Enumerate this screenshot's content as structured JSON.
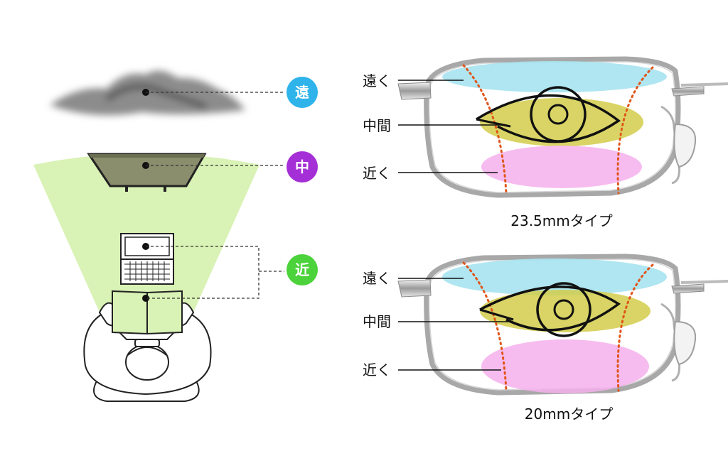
{
  "left_panel": {
    "badges": [
      {
        "label": "遠",
        "color": "#2eb4ea"
      },
      {
        "label": "中",
        "color": "#a52fd6"
      },
      {
        "label": "近",
        "color": "#4cd23a"
      }
    ]
  },
  "lenses": [
    {
      "caption": "23.5mmタイプ",
      "zone_labels": {
        "far": "遠く",
        "mid": "中間",
        "near": "近く"
      }
    },
    {
      "caption": "20mmタイプ",
      "zone_labels": {
        "far": "遠く",
        "mid": "中間",
        "near": "近く"
      }
    }
  ],
  "colors": {
    "far_zone": "#a6e3f0",
    "mid_zone": "#d2cd4a",
    "near_zone": "#f6b0ec",
    "vision_cone": "#d9f2b5",
    "boundary": "#e0561a"
  }
}
